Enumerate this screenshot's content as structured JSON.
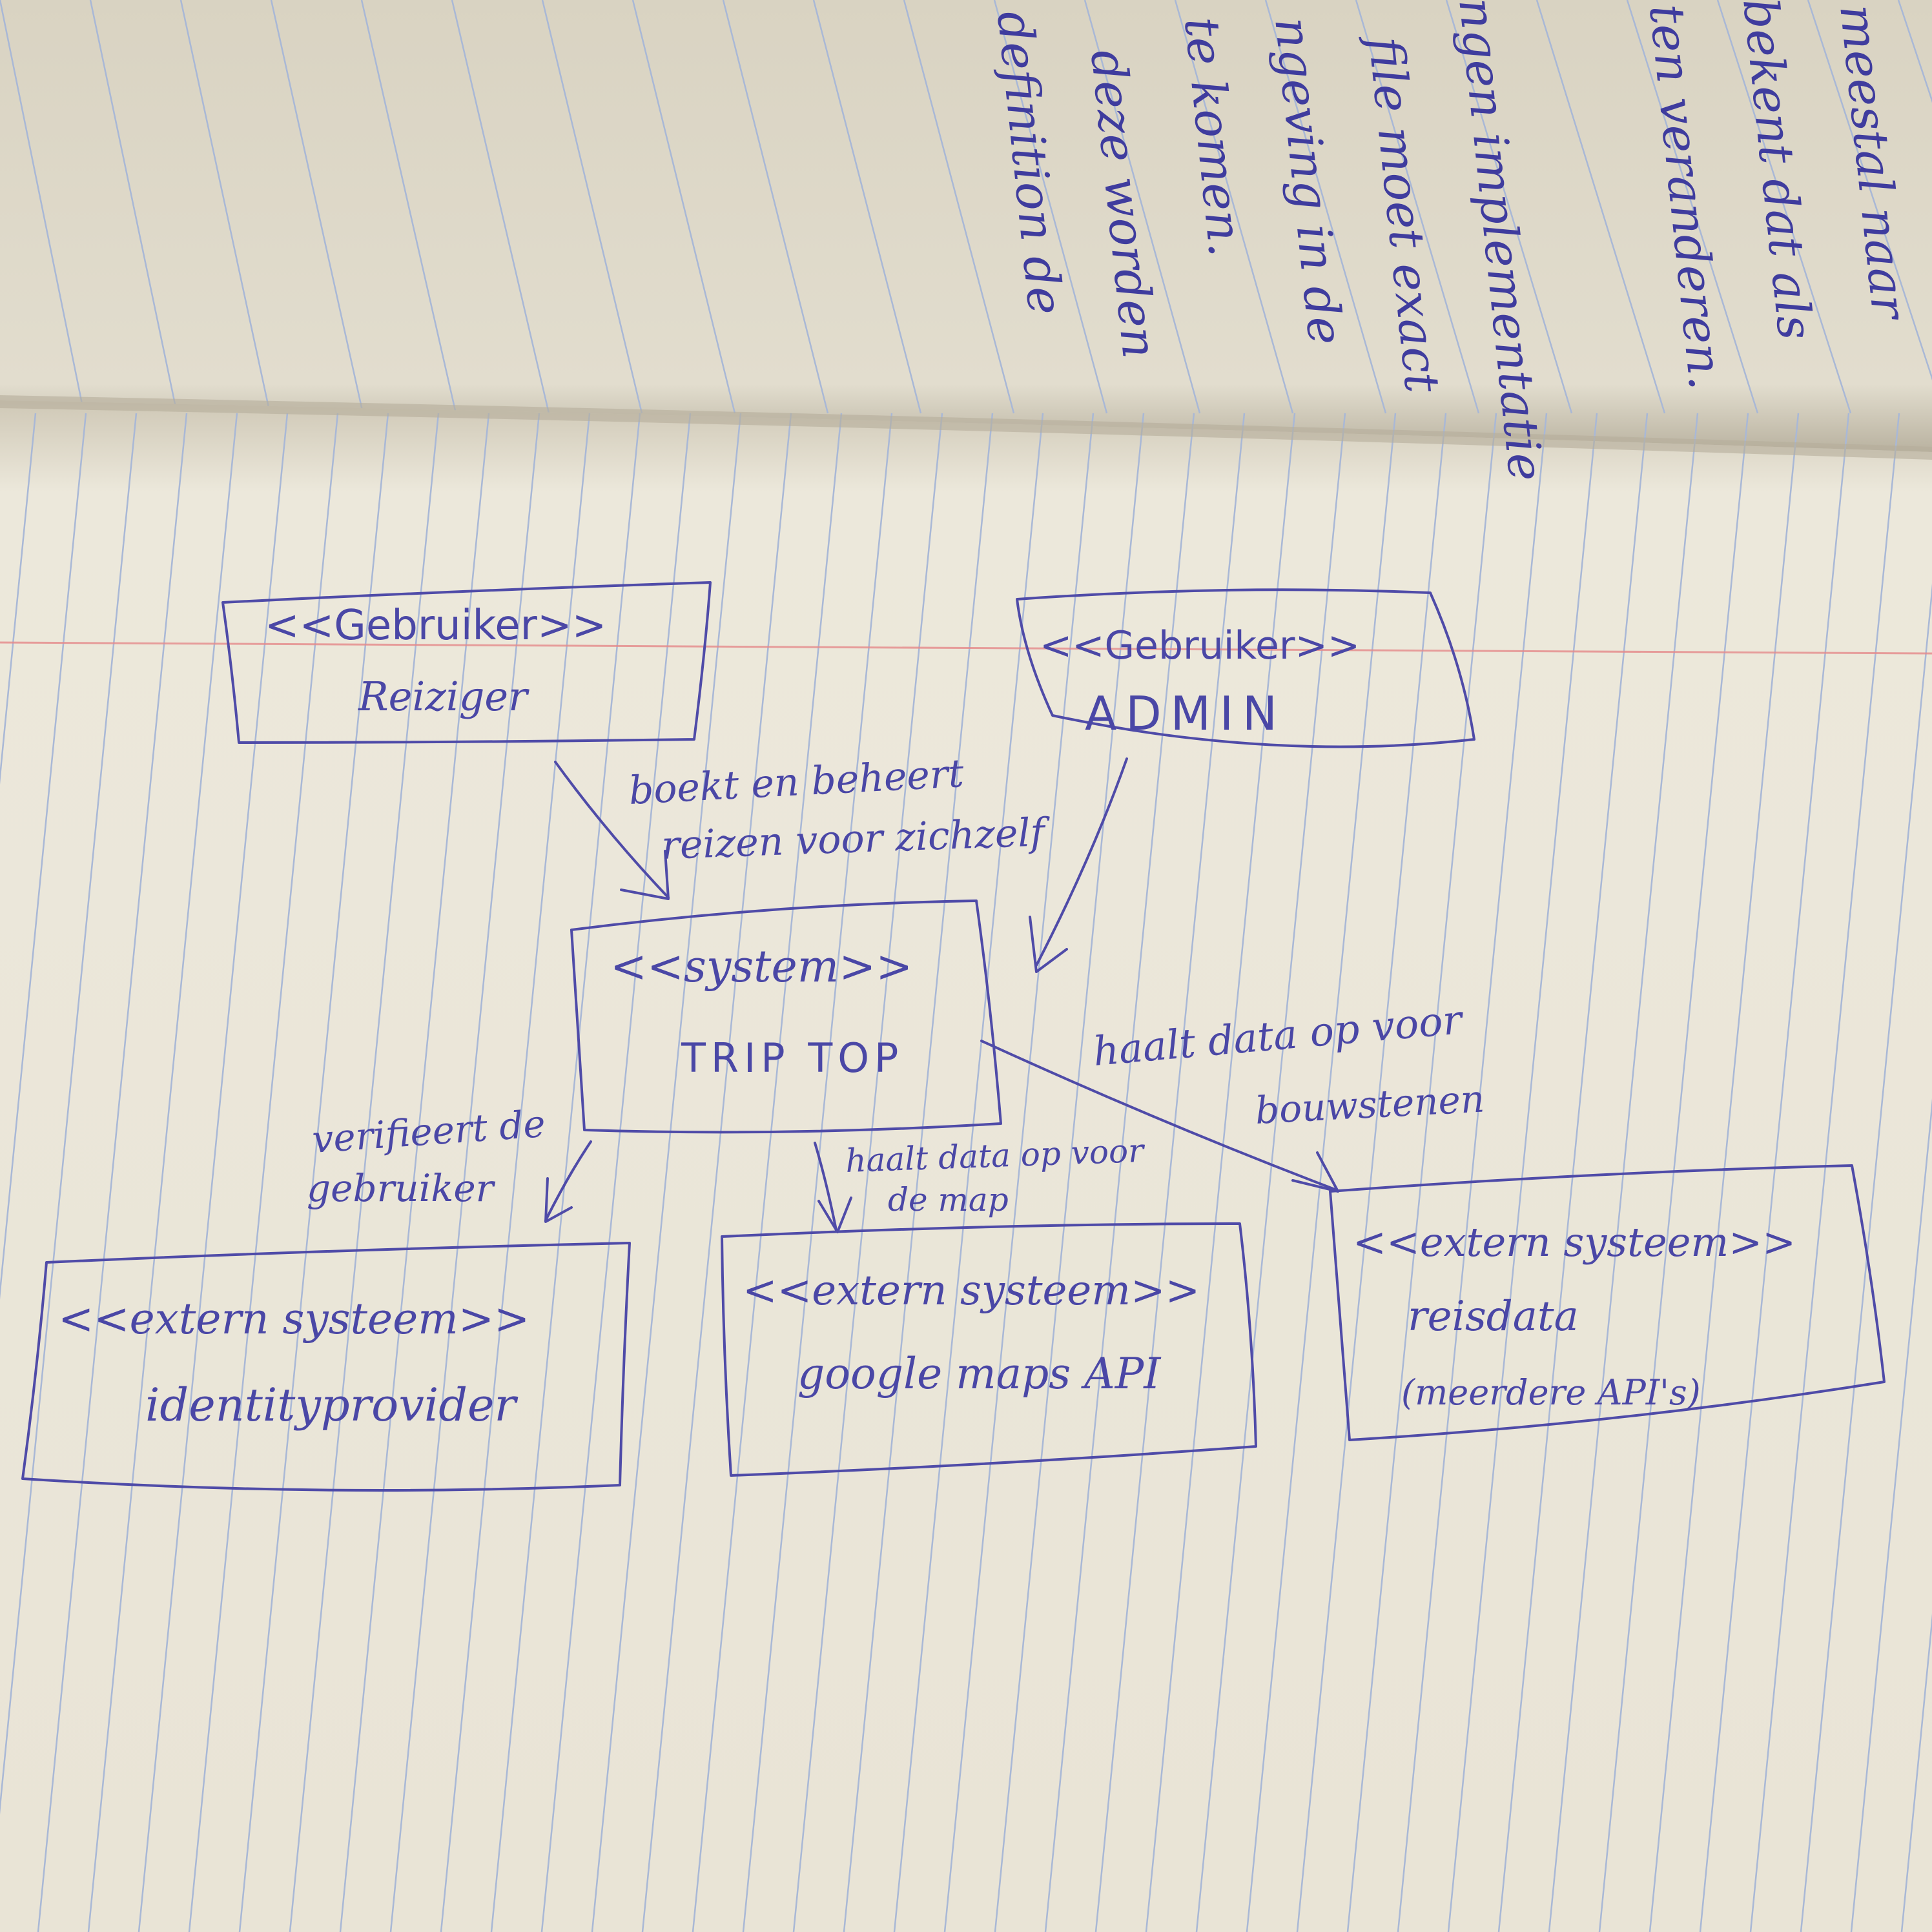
{
  "colors": {
    "paper": "#ece8da",
    "rule_line": "#a9b8d6",
    "margin_line": "#e58a8a",
    "ink": "#4a47a6"
  },
  "notebook_text": {
    "lines": [
      "meestal naar",
      "bekent dat als",
      "ten veranderen.",
      "ngen implementatie",
      "file moet exact",
      "ngeving in de",
      "te komen.",
      "deze worden",
      "definition de"
    ]
  },
  "diagram": {
    "nodes": {
      "reiziger": {
        "stereotype": "<<Gebruiker>>",
        "name": "Reiziger"
      },
      "admin": {
        "stereotype": "<<Gebruiker>>",
        "name": "ADMIN"
      },
      "triptop": {
        "stereotype": "<<system>>",
        "name": "TRIP TOP"
      },
      "identity": {
        "stereotype": "<<extern systeem>>",
        "name": "identityprovider"
      },
      "maps": {
        "stereotype": "<<extern systeem>>",
        "name": "google maps API"
      },
      "reisdata": {
        "stereotype": "<<extern systeem>>",
        "name": "reisdata",
        "note": "(meerdere API's)"
      }
    },
    "edges": {
      "reiziger_triptop": {
        "line1": "boekt en beheert",
        "line2": "reizen voor zichzelf"
      },
      "triptop_identity": {
        "line1": "verifieert de",
        "line2": "gebruiker"
      },
      "triptop_maps": {
        "line1": "haalt data op voor",
        "line2": "de map"
      },
      "triptop_reisdata": {
        "line1": "haalt data op voor",
        "line2": "bouwstenen"
      }
    }
  }
}
